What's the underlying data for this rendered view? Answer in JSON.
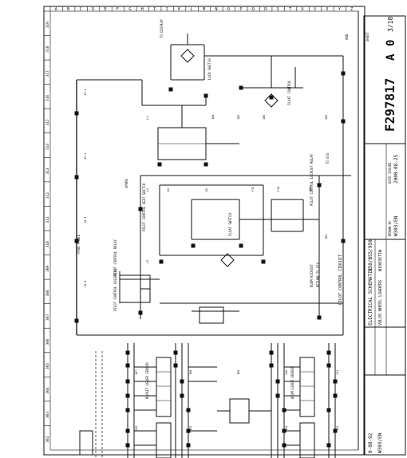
{
  "sheet": {
    "grid_letters": [
      "A",
      "B",
      "C",
      "D",
      "E",
      "F",
      "G",
      "H",
      "I",
      "J",
      "K",
      "L",
      "M",
      "N",
      "O",
      "P",
      "Q",
      "R",
      "S",
      "T",
      "U",
      "V",
      "X",
      "Y",
      "Z"
    ],
    "grid_numbers": [
      "302",
      "303",
      "304",
      "305",
      "306",
      "307",
      "308",
      "309",
      "310",
      "311",
      "312",
      "313",
      "314",
      "315",
      "316",
      "317",
      "318",
      "319"
    ],
    "drawing_number": "F297817",
    "revision": "A",
    "rev_index": "0",
    "sheet_index": "3/10",
    "title": "ELECTRICAL SCHEMATIC",
    "model": "950/B55/950",
    "article_text": "VOLVO WHEEL LOADERS",
    "serial": "W10036T1W",
    "drawn_by": "W303/EN",
    "date": "2000-08-25",
    "drawn_label": "DRAWN BY",
    "date_label": "DATE ISSUED",
    "sheet_label": "SHEET",
    "section_title": "PILOT CONTROL CIRCUIT",
    "small_date": "0-08-92",
    "small_ref": "W303/EN"
  },
  "labels": {
    "seat_switch": "PILOT CONTROL SEAT SWITCH",
    "pilot_solenoid": "PILOT CONTROL SOLENOID",
    "pilot_relay": "PILOT CONTROL RELAY",
    "pilot_relay2": "PILOT CONTROL LOCKOUT RELAY",
    "float_switch": "FLOAT SWITCH",
    "boom_kickout": "BOOM KICKOUT",
    "return_dig": "RETURN TO DIG",
    "lock_switch": "LOCK SWITCH",
    "float_control": "FLOAT CONTROL",
    "fuse_panel": "FUSE PANEL",
    "bucket_lever": "BUCKET LEVER SENSOR",
    "boom_lever": "BOOM LEVER SENSOR",
    "ground": "GND",
    "spare": "SPARE",
    "to_ecu": "TO ECU",
    "to_display": "TO DISPLAY"
  },
  "wire_ids": [
    "J3.1",
    "J3.2",
    "J4.1",
    "J4.2",
    "L1",
    "L2",
    "L3",
    "K1",
    "K2",
    "F12",
    "F14",
    "101",
    "102",
    "103",
    "104",
    "105",
    "106",
    "107",
    "108",
    "109",
    "110",
    "111",
    "112",
    "113",
    "114",
    "115"
  ]
}
